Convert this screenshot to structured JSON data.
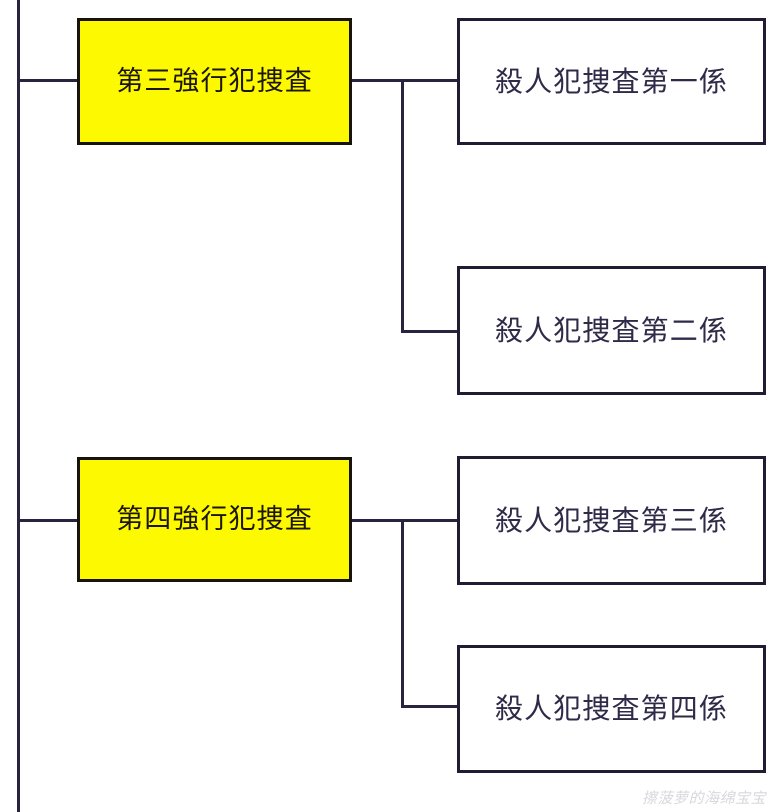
{
  "diagram": {
    "type": "organization-chart",
    "orientation": "left-to-right",
    "colors": {
      "unit_fill": "#fdf900",
      "unit_border": "#171309",
      "section_fill": "#ffffff",
      "section_border": "#211c33",
      "line": "#2a2340",
      "text": "#2b2540",
      "watermark": "#d8d8dd"
    },
    "units": [
      {
        "id": "unit-3",
        "label": "第三強行犯捜査",
        "sections": [
          {
            "id": "section-1",
            "label": "殺人犯捜査第一係"
          },
          {
            "id": "section-2",
            "label": "殺人犯捜査第二係"
          }
        ]
      },
      {
        "id": "unit-4",
        "label": "第四強行犯捜査",
        "sections": [
          {
            "id": "section-3",
            "label": "殺人犯捜査第三係"
          },
          {
            "id": "section-4",
            "label": "殺人犯捜査第四係"
          }
        ]
      }
    ]
  },
  "watermark": {
    "text": "擦菠萝的海绵宝宝"
  }
}
